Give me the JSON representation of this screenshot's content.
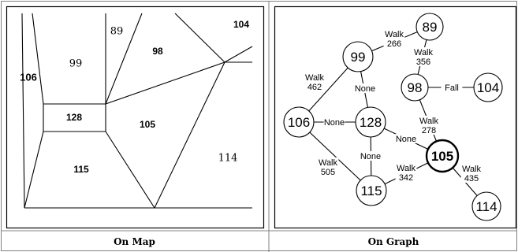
{
  "map": {
    "caption": "On Map",
    "zones": [
      {
        "id": "z106",
        "label": "106",
        "weight": "bold"
      },
      {
        "id": "z99",
        "label": "99",
        "weight": "normal"
      },
      {
        "id": "z89",
        "label": "89",
        "weight": "normal"
      },
      {
        "id": "z98",
        "label": "98",
        "weight": "bold"
      },
      {
        "id": "z104",
        "label": "104",
        "weight": "bold"
      },
      {
        "id": "z128",
        "label": "128",
        "weight": "bold"
      },
      {
        "id": "z105",
        "label": "105",
        "weight": "bold"
      },
      {
        "id": "z114",
        "label": "114",
        "weight": "normal"
      },
      {
        "id": "z115",
        "label": "115",
        "weight": "bold"
      }
    ]
  },
  "graph": {
    "caption": "On Graph",
    "nodes": [
      {
        "id": "n89",
        "label": "89",
        "bold": false
      },
      {
        "id": "n99",
        "label": "99",
        "bold": false
      },
      {
        "id": "n98",
        "label": "98",
        "bold": false
      },
      {
        "id": "n104",
        "label": "104",
        "bold": false
      },
      {
        "id": "n106",
        "label": "106",
        "bold": false
      },
      {
        "id": "n128",
        "label": "128",
        "bold": false
      },
      {
        "id": "n105",
        "label": "105",
        "bold": true
      },
      {
        "id": "n115",
        "label": "115",
        "bold": false
      },
      {
        "id": "n114",
        "label": "114",
        "bold": false
      }
    ],
    "edges": [
      {
        "from": "n99",
        "to": "n89",
        "label": "Walk\n266"
      },
      {
        "from": "n89",
        "to": "n98",
        "label": "Walk\n356"
      },
      {
        "from": "n99",
        "to": "n106",
        "label": "Walk\n462"
      },
      {
        "from": "n99",
        "to": "n128",
        "label": "None"
      },
      {
        "from": "n98",
        "to": "n104",
        "label": "Fall"
      },
      {
        "from": "n106",
        "to": "n128",
        "label": "None"
      },
      {
        "from": "n98",
        "to": "n105",
        "label": "Walk\n278"
      },
      {
        "from": "n128",
        "to": "n105",
        "label": "None"
      },
      {
        "from": "n128",
        "to": "n115",
        "label": "None"
      },
      {
        "from": "n106",
        "to": "n115",
        "label": "Walk\n505"
      },
      {
        "from": "n105",
        "to": "n115",
        "label": "Walk\n342"
      },
      {
        "from": "n105",
        "to": "n114",
        "label": "Walk\n435"
      }
    ]
  }
}
